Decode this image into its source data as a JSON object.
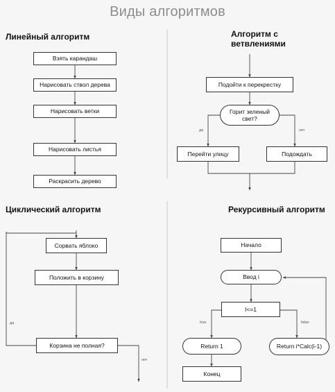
{
  "title": "Виды алгоритмов",
  "linear": {
    "title": "Линейный алгоритм",
    "steps": [
      "Взять карандаш",
      "Нарисовать ствол дерева",
      "Нарисовать ветки",
      "Нарисовать листья",
      "Раскрасить дерево"
    ]
  },
  "branching": {
    "title": "Алгоритм с ветвлениями",
    "start": "Подойти к перекрестку",
    "condition": "Горит зеленый свет?",
    "yes_label": "да",
    "no_label": "нет",
    "yes_action": "Перейти улицу",
    "no_action": "Подождать"
  },
  "cyclic": {
    "title": "Циклический алгоритм",
    "step1": "Сорвать яблоко",
    "step2": "Положить в корзину",
    "condition": "Корзина не полная?",
    "yes_label": "да",
    "no_label": "нет"
  },
  "recursive": {
    "title": "Рекурсивный алгоритм",
    "start": "Начало",
    "input": "Ввод i",
    "condition": "I<=1",
    "true_label": "true",
    "false_label": "false",
    "true_action": "Return 1",
    "false_action": "Return i*Calc(i-1)",
    "end": "Конец"
  }
}
